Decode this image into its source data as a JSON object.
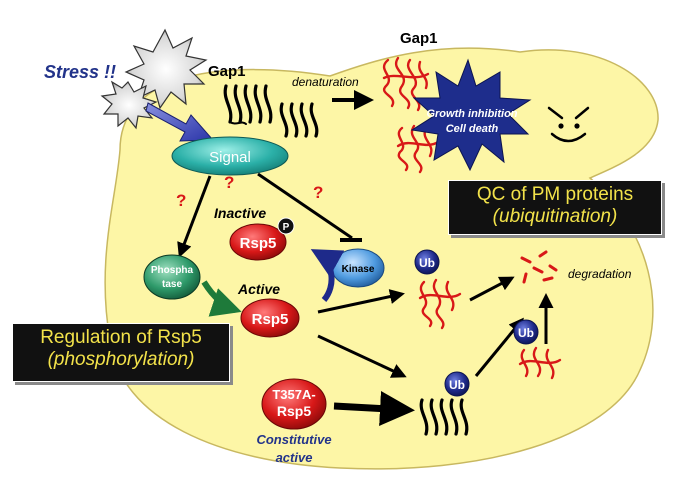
{
  "stress": "Stress !!",
  "gap1_membrane": "Gap1",
  "gap1_denatured": "Gap1",
  "denaturation": "denaturation",
  "burst_line1": "Growth inhibition",
  "burst_line2": "Cell death",
  "signal": "Signal",
  "question_mark": "?",
  "inactive": "Inactive",
  "active": "Active",
  "phospho_p": "P",
  "rsp5": "Rsp5",
  "phosphatase_line1": "Phospha",
  "phosphatase_line2": "tase",
  "kinase": "Kinase",
  "mutant_line1": "T357A-",
  "mutant_line2": "Rsp5",
  "constitutive_line1": "Constitutive",
  "constitutive_line2": "active",
  "ub": "Ub",
  "degradation": "degradation",
  "qc_box": {
    "line1": "QC of PM proteins",
    "line2": "(ubiquitination)"
  },
  "reg_box": {
    "line1": "Regulation of Rsp5",
    "line2": "(phosphorylation)"
  },
  "colors": {
    "cell_fill": "#fdf6a6",
    "signal_fill": "#2bb0a8",
    "rsp5_fill": "#d81818",
    "kinase_fill": "#4f9be0",
    "phosphatase_fill": "#2e9a6a",
    "ub_fill": "#1e2a8a",
    "protein_red": "#d81818",
    "burst_fill": "#1e2d8c",
    "label_blue": "#22338a",
    "box_text": "#f2e24a"
  }
}
